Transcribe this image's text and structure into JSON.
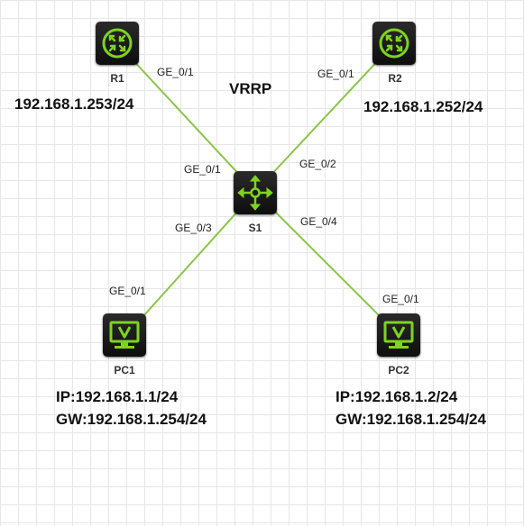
{
  "diagram": {
    "title": "VRRP",
    "link_color": "#8bc34a",
    "icon_color": "#7ed321",
    "nodes": {
      "r1": {
        "label": "R1",
        "address": "192.168.1.253/24"
      },
      "r2": {
        "label": "R2",
        "address": "192.168.1.252/24"
      },
      "s1": {
        "label": "S1"
      },
      "pc1": {
        "label": "PC1",
        "ip": "IP:192.168.1.1/24",
        "gw": "GW:192.168.1.254/24"
      },
      "pc2": {
        "label": "PC2",
        "ip": "IP:192.168.1.2/24",
        "gw": "GW:192.168.1.254/24"
      }
    },
    "ports": {
      "r1_ge01": "GE_0/1",
      "r2_ge01": "GE_0/1",
      "s1_ge01": "GE_0/1",
      "s1_ge02": "GE_0/2",
      "s1_ge03": "GE_0/3",
      "s1_ge04": "GE_0/4",
      "pc1_ge01": "GE_0/1",
      "pc2_ge01": "GE_0/1"
    }
  }
}
